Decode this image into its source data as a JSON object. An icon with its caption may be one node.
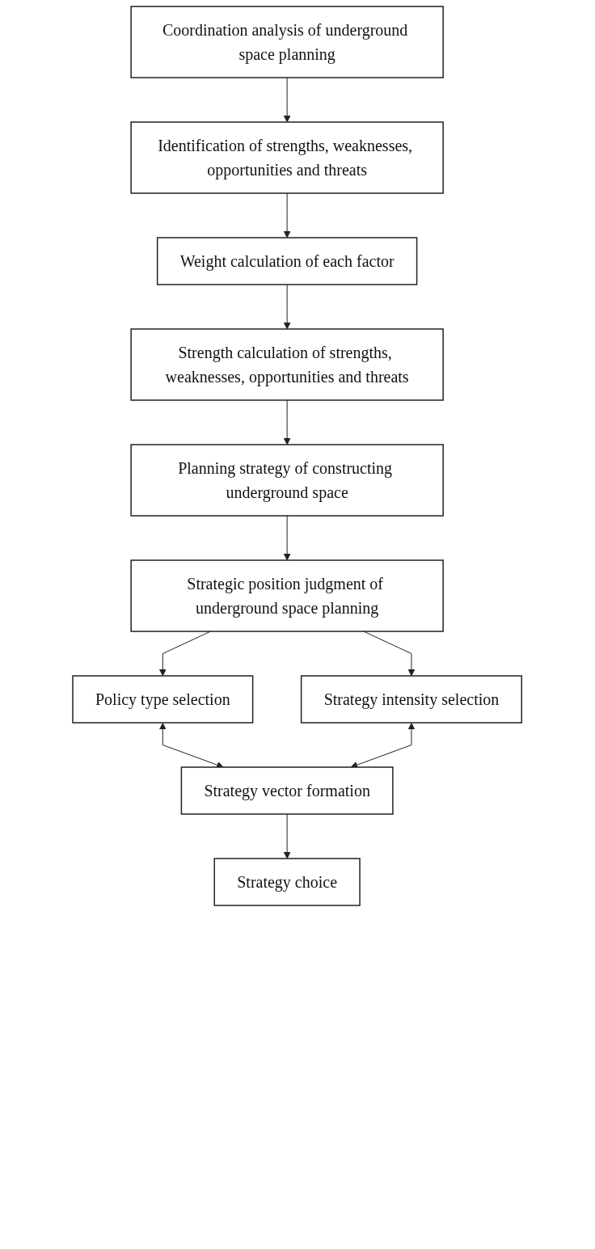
{
  "diagram": {
    "nodes": [
      {
        "text": [
          "Coordination analysis of underground space planning"
        ]
      },
      {
        "text": [
          "Identification of strengths, weaknesses, opportunities and threats"
        ]
      },
      {
        "text": [
          "Weight calculation of each factor"
        ]
      },
      {
        "text": [
          "Strength calculation of strengths, weaknesses, opportunities and threats"
        ]
      },
      {
        "text": [
          "Planning strategy of constructing underground space"
        ]
      },
      {
        "text": [
          "Strategic position judgment of underground space planning"
        ]
      },
      {
        "text": [
          "Policy type selection"
        ]
      },
      {
        "text": [
          "Strategy intensity selection"
        ]
      },
      {
        "text": [
          "Strategy vector formation"
        ]
      },
      {
        "text": [
          "Strategy choice"
        ]
      }
    ],
    "edges": [
      {
        "from": 0,
        "to": 1,
        "arrow": "to"
      },
      {
        "from": 1,
        "to": 2,
        "arrow": "to"
      },
      {
        "from": 2,
        "to": 3,
        "arrow": "to"
      },
      {
        "from": 3,
        "to": 4,
        "arrow": "to"
      },
      {
        "from": 4,
        "to": 5,
        "arrow": "to"
      },
      {
        "from": 5,
        "to": 6,
        "arrow": "to"
      },
      {
        "from": 5,
        "to": 7,
        "arrow": "to"
      },
      {
        "from": 6,
        "to": 8,
        "arrow": "both"
      },
      {
        "from": 7,
        "to": 8,
        "arrow": "both"
      },
      {
        "from": 8,
        "to": 9,
        "arrow": "to"
      }
    ]
  }
}
